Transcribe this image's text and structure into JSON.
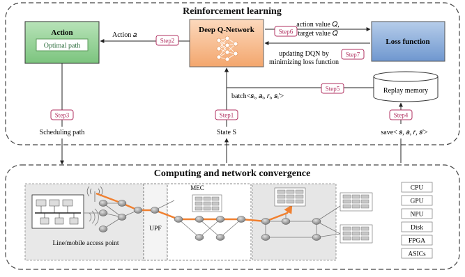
{
  "rl_section": {
    "title": "Reinforcement learning",
    "action_box": {
      "title": "Action",
      "sub": "Optimal path"
    },
    "dqn_box": {
      "title": "Deep Q-Network"
    },
    "loss_box": {
      "title": "Loss function"
    },
    "replay_memory": {
      "label": "Replay memory"
    },
    "labels": {
      "action_a": "Action 𝑎",
      "action_value": "action value 𝑄,",
      "target_value": "target value 𝑄̂",
      "updating_line1": "updating DQN by",
      "updating_line2": "minimizing loss function",
      "batch": "batch<𝑠ᵢ, 𝑎ᵢ, 𝑟ᵢ, 𝑠ᵢ'>",
      "scheduling_path": "Scheduling path",
      "state": "State S",
      "save": "save< 𝑠, 𝑎, 𝑟, 𝑠'>"
    },
    "steps": {
      "step1": "Step1",
      "step2": "Step2",
      "step3": "Step3",
      "step4": "Step4",
      "step5": "Step5",
      "step6": "Step6",
      "step7": "Step7"
    }
  },
  "cnc_section": {
    "title": "Computing and network convergence",
    "labels": {
      "access_point": "Line/mobile access point",
      "upf": "UPF",
      "mec": "MEC"
    },
    "resources": [
      "CPU",
      "GPU",
      "NPU",
      "Disk",
      "FPGA",
      "ASICs"
    ]
  },
  "colors": {
    "action_fill": "#98d39a",
    "dqn_fill": "#f8c39a",
    "loss_fill": "#8fb0dc",
    "step_stroke": "#b03060",
    "path_orange": "#f08030",
    "router_gray": "#9a9a9a",
    "zone_gray": "#e4e4e4"
  }
}
